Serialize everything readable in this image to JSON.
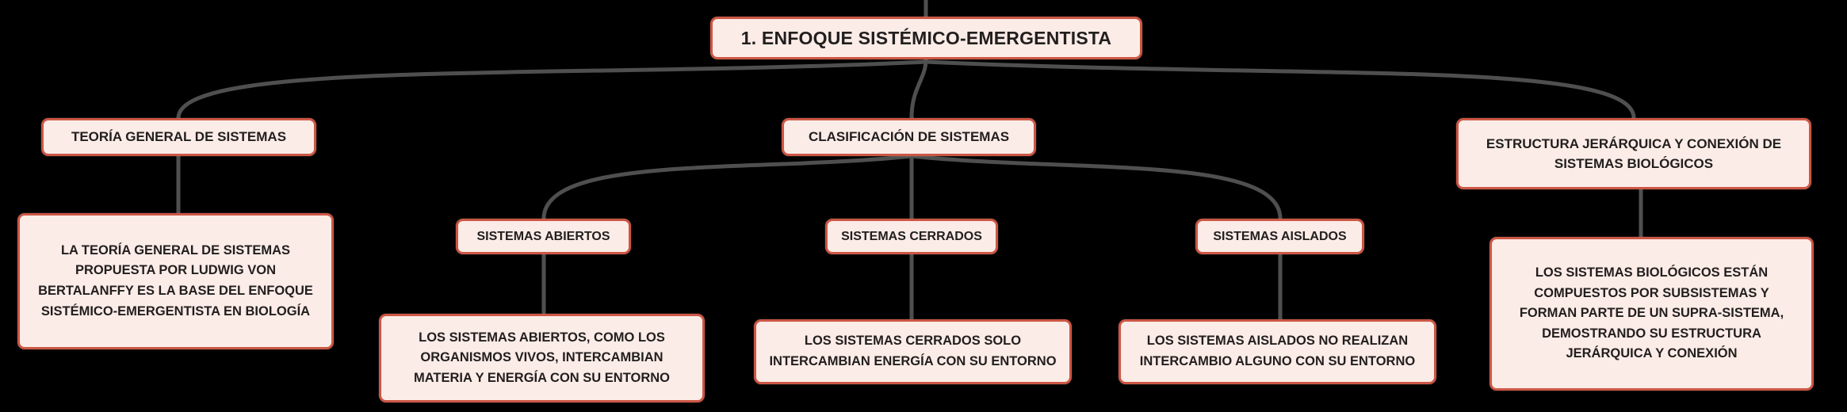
{
  "diagram": {
    "type": "concept-map",
    "colors": {
      "background": "#000000",
      "node_fill": "#fbece7",
      "node_border": "#cd5644",
      "connector": "#4f4f4f",
      "text": "#221e1e"
    },
    "nodes": {
      "root": {
        "label": "1. ENFOQUE SISTÉMICO-EMERGENTISTA"
      },
      "teoria": {
        "label": "TEORÍA GENERAL DE SISTEMAS"
      },
      "clasificacion": {
        "label": "CLASIFICACIÓN DE SISTEMAS"
      },
      "estructura": {
        "label": "ESTRUCTURA JERÁRQUICA Y CONEXIÓN DE SISTEMAS BIOLÓGICOS"
      },
      "teoria_desc": {
        "label": "LA TEORÍA GENERAL DE SISTEMAS PROPUESTA POR LUDWIG VON BERTALANFFY ES LA BASE DEL ENFOQUE SISTÉMICO-EMERGENTISTA EN BIOLOGÍA"
      },
      "abiertos": {
        "label": "SISTEMAS ABIERTOS"
      },
      "cerrados": {
        "label": "SISTEMAS CERRADOS"
      },
      "aislados": {
        "label": "SISTEMAS AISLADOS"
      },
      "abiertos_desc": {
        "label": "LOS SISTEMAS ABIERTOS, COMO LOS ORGANISMOS VIVOS, INTERCAMBIAN MATERIA Y ENERGÍA CON SU ENTORNO"
      },
      "cerrados_desc": {
        "label": "LOS SISTEMAS CERRADOS SOLO INTERCAMBIAN ENERGÍA CON SU ENTORNO"
      },
      "aislados_desc": {
        "label": "LOS SISTEMAS AISLADOS NO REALIZAN INTERCAMBIO ALGUNO CON SU ENTORNO"
      },
      "biologicos_desc": {
        "label": "LOS SISTEMAS BIOLÓGICOS ESTÁN COMPUESTOS POR SUBSISTEMAS Y FORMAN PARTE DE UN SUPRA-SISTEMA, DEMOSTRANDO SU ESTRUCTURA JERÁRQUICA Y CONEXIÓN"
      },
      "edges": [
        "top-to-root",
        "root-to-teoria",
        "root-to-clasificacion",
        "root-to-estructura",
        "clasificacion-to-abiertos",
        "clasificacion-to-cerrados",
        "clasificacion-to-aislados",
        "teoria-to-desc",
        "abiertos-to-desc",
        "cerrados-to-desc",
        "aislados-to-desc",
        "estructura-to-desc"
      ]
    }
  }
}
